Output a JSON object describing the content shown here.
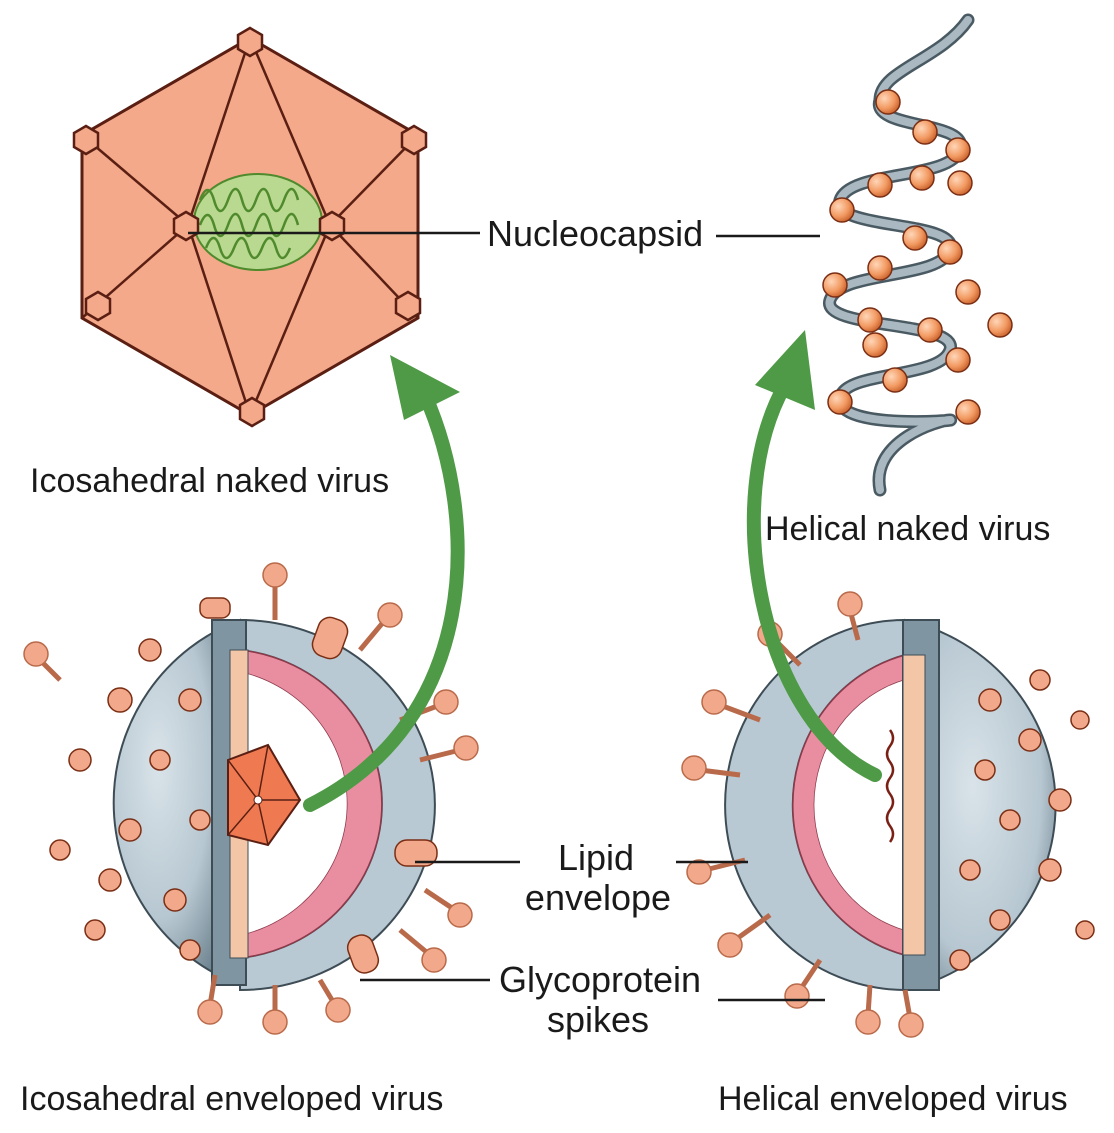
{
  "labels": {
    "nucleocapsid": "Nucleocapsid",
    "icosahedral_naked": "Icosahedral naked virus",
    "helical_naked": "Helical naked virus",
    "lipid_line1": "Lipid",
    "lipid_line2": "envelope",
    "glyco_line1": "Glycoprotein",
    "glyco_line2": "spikes",
    "icosahedral_enveloped": "Icosahedral enveloped virus",
    "helical_enveloped": "Helical enveloped virus"
  },
  "colors": {
    "capsid_fill": "#f4a98a",
    "capsid_stroke": "#5a1f12",
    "nucleic_acid": "#4f8a2c",
    "nucleic_fill": "#b9d890",
    "arrow_green": "#4f9a46",
    "envelope_gray": "#b9c9d3",
    "envelope_dark": "#6f8591",
    "lipid_pink": "#e98ea0",
    "lipid_light": "#f6c3cf",
    "spike": "#f2a98b",
    "helix_rope": "#8e9ea8"
  },
  "icons": {
    "icosahedral_naked": "icosahedron-icon",
    "helical_naked": "helix-icon",
    "icosahedral_enveloped": "enveloped-sphere-icon",
    "helical_enveloped": "enveloped-sphere-icon"
  }
}
